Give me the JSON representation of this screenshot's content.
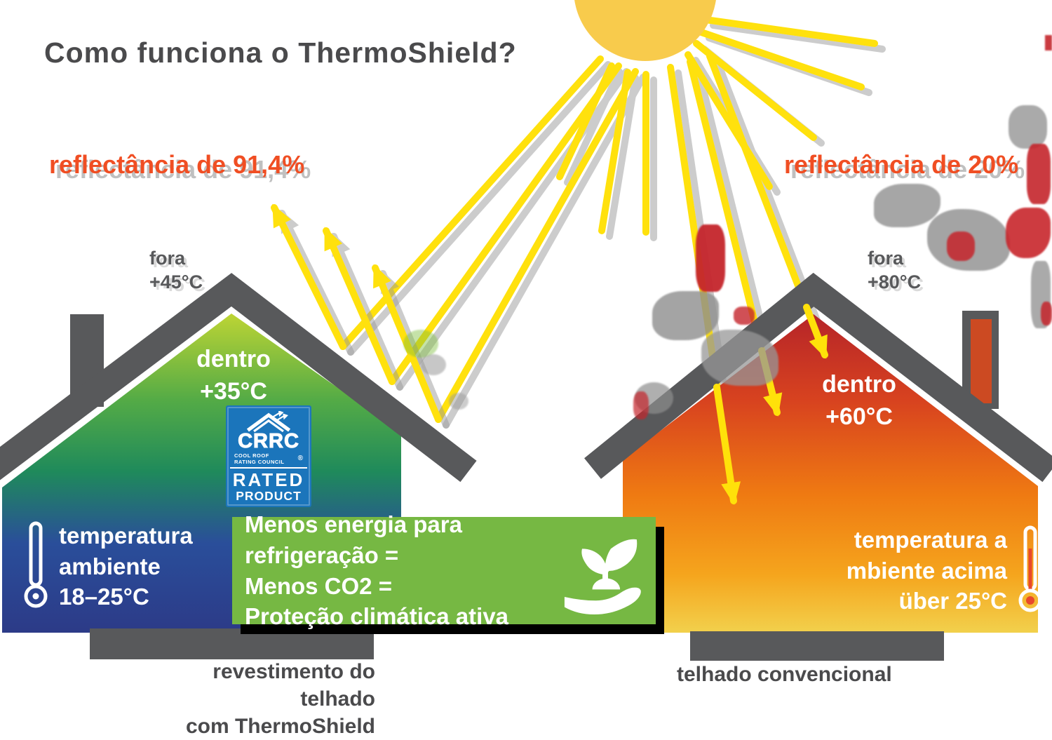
{
  "title": {
    "text": "Como funciona o ThermoShield?",
    "color": "#4A4A4C"
  },
  "sun": {
    "body_color": "#F8CB4C",
    "ray_color": "#FFE10A"
  },
  "left_house": {
    "reflectance_label": "reflectância de 91,4%",
    "outside_label": "fora",
    "outside_temp": "+45°C",
    "inside_label": "dentro",
    "inside_temp": "+35°C",
    "ambient_lines": [
      "temperatura",
      "ambiente",
      "18–25°C"
    ],
    "caption_lines": [
      "revestimento do telhado",
      "com ThermoShield"
    ],
    "gradient": [
      "#C3D733",
      "#54AB46",
      "#1F8A5B",
      "#2A4E9A",
      "#2C3A87"
    ]
  },
  "right_house": {
    "reflectance_label": "reflectância de 20%",
    "outside_label": "fora",
    "outside_temp": "+80°C",
    "inside_label": "dentro",
    "inside_temp": "+60°C",
    "ambient_lines": [
      "temperatura a",
      "mbiente acima",
      "über 25°C"
    ],
    "caption_lines": [
      "telhado convencional"
    ],
    "gradient": [
      "#B1202A",
      "#D8431F",
      "#EF7A12",
      "#F5A51D",
      "#F2D24E"
    ]
  },
  "crrc_badge": {
    "acronym": "CRRC",
    "org_line1": "COOL ROOF",
    "org_line2": "RATING COUNCIL",
    "registered": "®",
    "rated": "RATED",
    "product": "PRODUCT",
    "bg": "#1B75BB"
  },
  "banner": {
    "lines": [
      "Menos energia para refrigeração =",
      "Menos CO2 =",
      "Proteção climática ativa"
    ],
    "bg": "#76B843"
  },
  "palette": {
    "accent_red": "#F04E23",
    "structure_gray": "#58595B",
    "text_gray": "#4A4A4C",
    "artifact_red": "#C5252C",
    "artifact_gray": "#8E8E8E"
  }
}
